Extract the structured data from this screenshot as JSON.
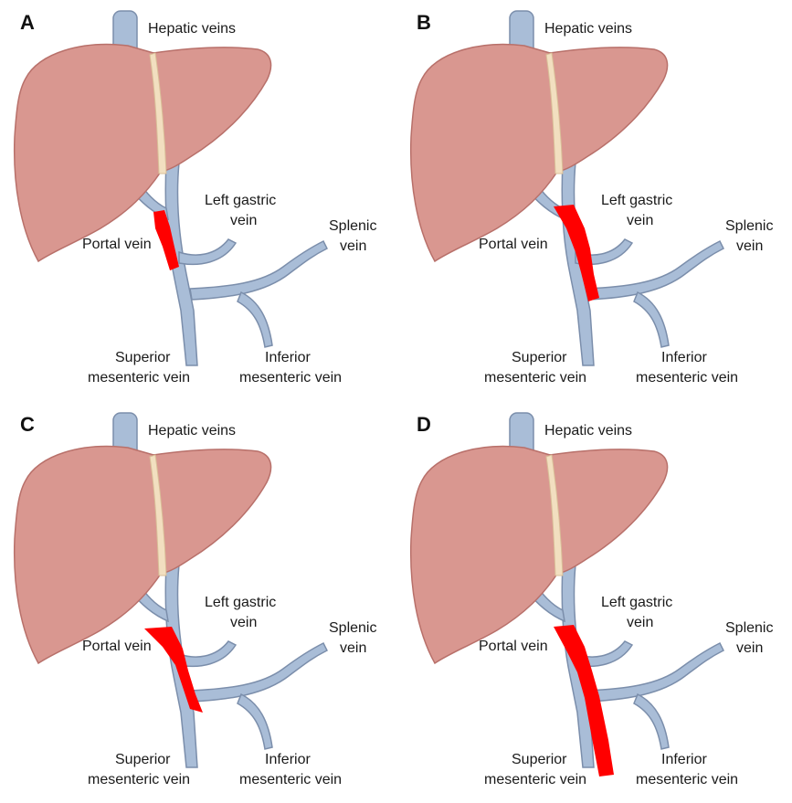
{
  "panels": [
    {
      "letter": "A",
      "labels": {
        "hepatic": "Hepatic veins",
        "left_gastric_1": "Left gastric",
        "left_gastric_2": "vein",
        "splenic_1": "Splenic",
        "splenic_2": "vein",
        "portal": "Portal vein",
        "sup_mes_1": "Superior",
        "sup_mes_2": "mesenteric vein",
        "inf_mes_1": "Inferior",
        "inf_mes_2": "mesenteric vein"
      },
      "thrombus_extent": "short segment of portal vein"
    },
    {
      "letter": "B",
      "labels": {
        "hepatic": "Hepatic veins",
        "left_gastric_1": "Left gastric",
        "left_gastric_2": "vein",
        "splenic_1": "Splenic",
        "splenic_2": "vein",
        "portal": "Portal vein",
        "sup_mes_1": "Superior",
        "sup_mes_2": "mesenteric vein",
        "inf_mes_1": "Inferior",
        "inf_mes_2": "mesenteric vein"
      },
      "thrombus_extent": "entire portal vein to confluence"
    },
    {
      "letter": "C",
      "labels": {
        "hepatic": "Hepatic veins",
        "left_gastric_1": "Left gastric",
        "left_gastric_2": "vein",
        "splenic_1": "Splenic",
        "splenic_2": "vein",
        "portal": "Portal vein",
        "sup_mes_1": "Superior",
        "sup_mes_2": "mesenteric vein",
        "inf_mes_1": "Inferior",
        "inf_mes_2": "mesenteric vein"
      },
      "thrombus_extent": "portal vein into proximal superior mesenteric vein"
    },
    {
      "letter": "D",
      "labels": {
        "hepatic": "Hepatic veins",
        "left_gastric_1": "Left gastric",
        "left_gastric_2": "vein",
        "splenic_1": "Splenic",
        "splenic_2": "vein",
        "portal": "Portal vein",
        "sup_mes_1": "Superior",
        "sup_mes_2": "mesenteric vein",
        "inf_mes_1": "Inferior",
        "inf_mes_2": "mesenteric vein"
      },
      "thrombus_extent": "portal vein through full superior mesenteric vein"
    }
  ],
  "colors": {
    "liver": "#d99790",
    "liver_edge": "#b8706a",
    "vein": "#a9bdd7",
    "vein_edge": "#7b8eab",
    "ligament": "#f2dfc0",
    "thrombus": "#ff0000"
  }
}
